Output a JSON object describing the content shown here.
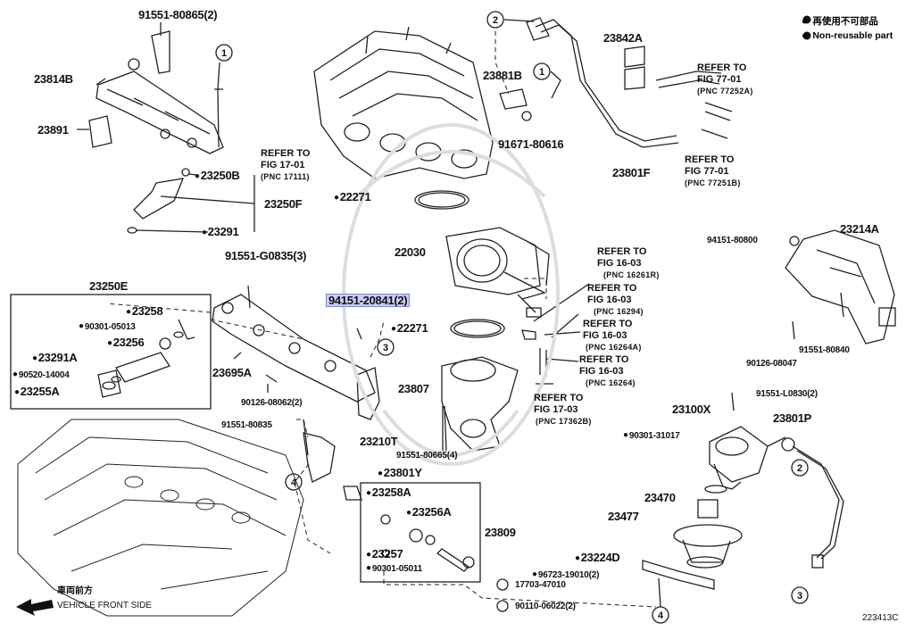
{
  "legend": {
    "jp": "再使用不可部品",
    "en": "Non-reusable part"
  },
  "parts": {
    "p9155180865": "91551-80865(2)",
    "p23814B": "23814B",
    "p23891": "23891",
    "p23250B": "23250B",
    "p23250F": "23250F",
    "p23291": "23291",
    "p22271_top": "22271",
    "p23881B": "23881B",
    "p9167180616": "91671-80616",
    "p23842A": "23842A",
    "p23801F": "23801F",
    "p22030": "22030",
    "p91551G0835": "91551-G0835(3)",
    "p9415120841": "94151-20841(2)",
    "p22271_mid": "22271",
    "p23250E": "23250E",
    "p23258": "23258",
    "p9030105013": "90301-05013",
    "p23256": "23256",
    "p23291A": "23291A",
    "p9052014004": "90520-14004",
    "p23255A": "23255A",
    "p23695A": "23695A",
    "p23807": "23807",
    "p9012608062": "90126-08062(2)",
    "p9155180835": "91551-80835",
    "p23210T": "23210T",
    "p9155180665": "91551-80665(4)",
    "p23801Y": "23801Y",
    "p23258A": "23258A",
    "p23256A": "23256A",
    "p23809": "23809",
    "p23257": "23257",
    "p9030105011": "90301-05011",
    "p1770347010": "17703-47010",
    "p9011006022": "90110-06022(2)",
    "p9415180800": "94151-80800",
    "p23214A": "23214A",
    "p9155180840": "91551-80840",
    "p9012608047": "90126-08047",
    "p91551L0830": "91551-L0830(2)",
    "p23100X": "23100X",
    "p23801P": "23801P",
    "p9030131017": "90301-31017",
    "p23470": "23470",
    "p23477": "23477",
    "p23224D": "23224D",
    "p9672319010": "96723-19010(2)"
  },
  "refs": {
    "r1": {
      "line1": "REFER TO",
      "line2": "FIG 17-01",
      "pnc": "(PNC 17111)"
    },
    "r2": {
      "line1": "REFER TO",
      "line2": "FIG 77-01",
      "pnc": "(PNC 77252A)"
    },
    "r3": {
      "line1": "REFER TO",
      "line2": "FIG 77-01",
      "pnc": "(PNC 77251B)"
    },
    "r4": {
      "line1": "REFER TO",
      "line2": "FIG 16-03",
      "pnc": "(PNC 16261R)"
    },
    "r5": {
      "line1": "REFER TO",
      "line2": "FIG 16-03",
      "pnc": "(PNC 16294)"
    },
    "r6": {
      "line1": "REFER TO",
      "line2": "FIG 16-03",
      "pnc": "(PNC 16264A)"
    },
    "r7": {
      "line1": "REFER TO",
      "line2": "FIG 16-03",
      "pnc": "(PNC 16264)"
    },
    "r8": {
      "line1": "REFER TO",
      "line2": "FIG 17-03",
      "pnc": "(PNC 17362B)"
    }
  },
  "callouts": [
    "1",
    "2",
    "3",
    "4"
  ],
  "front": {
    "jp": "車両前方",
    "en": "VEHICLE FRONT SIDE"
  },
  "fig_code": "223413C"
}
